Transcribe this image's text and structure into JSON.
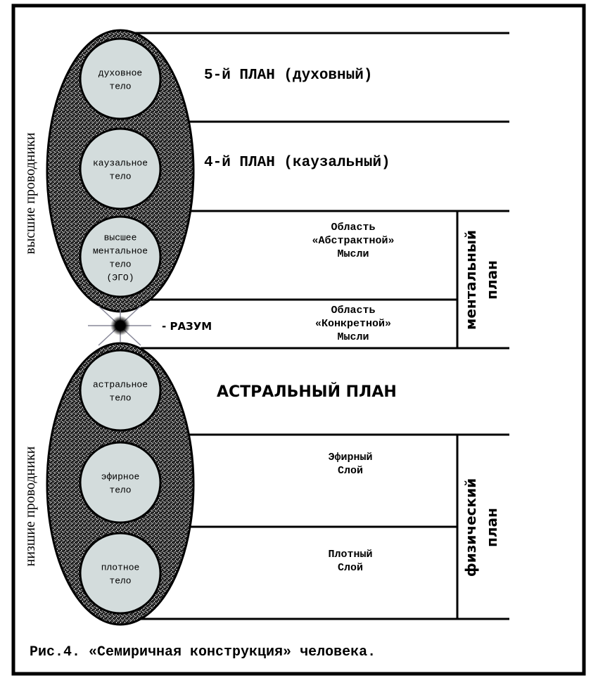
{
  "upper_label": "высшие проводники",
  "lower_label": "низшие проводники",
  "bodies": [
    {
      "lines": [
        "духовное",
        "тело"
      ]
    },
    {
      "lines": [
        "каузальное",
        "тело"
      ]
    },
    {
      "lines": [
        "высшее",
        "ментальное",
        "тело",
        "(ЭГО)"
      ]
    },
    {
      "lines": [
        "астральное",
        "тело"
      ]
    },
    {
      "lines": [
        "эфирное",
        "тело"
      ]
    },
    {
      "lines": [
        "плотное",
        "тело"
      ]
    }
  ],
  "mind": "- РАЗУМ",
  "planes": {
    "fifth": "5-й ПЛАН (духовный)",
    "fourth": "4-й ПЛАН (каузальный)",
    "astral": "АСТРАЛЬНЫЙ ПЛАН",
    "abstract": [
      "Область",
      "«Абстрактной»",
      "Мысли"
    ],
    "concrete": [
      "Область",
      "«Конкретной»",
      "Мысли"
    ],
    "mental": [
      "ментальный",
      "план"
    ],
    "etheric": [
      "Эфирный",
      "Слой"
    ],
    "dense": [
      "Плотный",
      "Слой"
    ],
    "physical": [
      "физический",
      "план"
    ]
  },
  "caption": "Рис.4. «Семиричная конструкция» человека.",
  "colors": {
    "circle": "#d3dcdc",
    "ink": "#000000"
  }
}
